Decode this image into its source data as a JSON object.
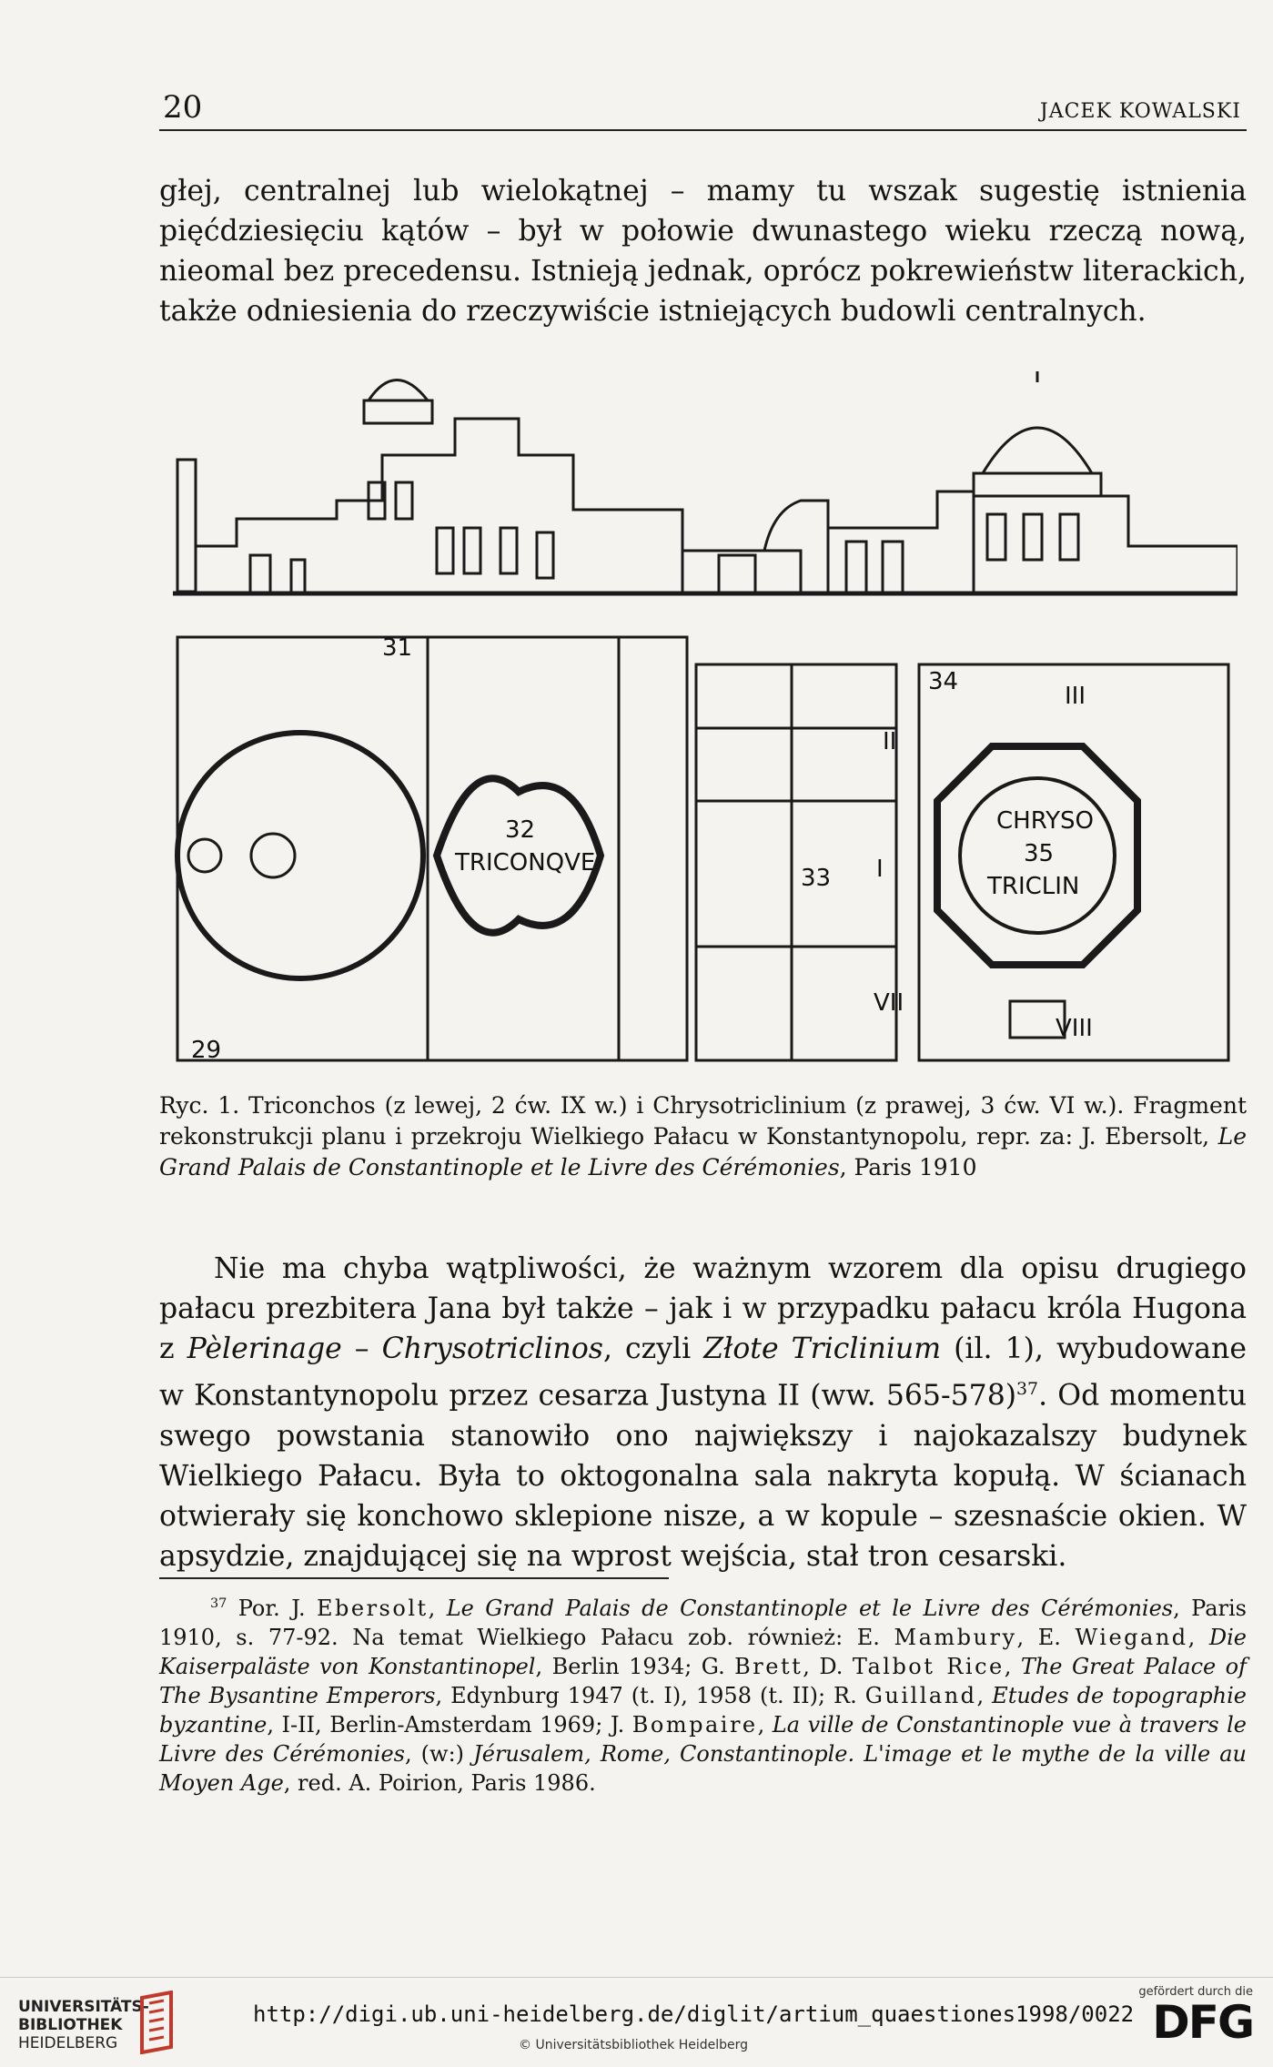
{
  "header": {
    "page_number": "20",
    "running_head": "JACEK KOWALSKI"
  },
  "paragraph1": "głej, centralnej lub wielokątnej – mamy tu wszak sugestię istnienia pięćdziesięciu kątów – był w połowie dwunastego wieku rzeczą nową, nieomal bez precedensu. Istnieją jednak, oprócz pokrewieństw literackich, także odniesienia do rzeczywiście istniejących budowli centralnych.",
  "figure": {
    "labels": {
      "n29": "29",
      "n31": "31",
      "n32": "32",
      "triconque": "TRICONQVE",
      "n33": "33",
      "n34": "34",
      "ii": "II",
      "iii": "III",
      "i": "I",
      "vii": "VII",
      "viii": "VIII",
      "chryso": "CHRYSO",
      "n35": "35",
      "triclin": "TRICLIN"
    }
  },
  "caption": {
    "part1": "Ryc. 1. Triconchos (z lewej, 2 ćw. IX w.) i Chrysotriclinium (z prawej, 3 ćw. VI w.). Fragment rekonstrukcji planu i przekroju Wielkiego Pałacu w Konstantynopolu, repr. za: J. Ebersolt, ",
    "italic": "Le Grand Palais de Constantinople et le Livre des Cérémonies",
    "part2": ", Paris 1910"
  },
  "paragraph2": {
    "t1": "Nie ma chyba wątpliwości, że ważnym wzorem dla opisu drugiego pałacu prezbitera Jana był także – jak i w przypadku pałacu króla Hugona z ",
    "i1": "Pèlerinage",
    "t2": " – ",
    "i2": "Chrysotriclinos",
    "t3": ", czyli ",
    "i3": "Złote Triclinium",
    "t4": " (il. 1), wybudowane w Konstantynopolu przez cesarza Justyna II (ww. 565-578)",
    "sup": "37",
    "t5": ". Od momentu swego powstania stanowiło ono największy i najokazalszy budynek Wielkiego Pałacu. Była to oktogonalna sala nakryta kopułą. W ścianach otwierały się konchowo sklepione nisze, a w kopule – szesnaście okien. W apsydzie, znajdującej się na wprost wejścia, stał tron cesarski."
  },
  "footnote": {
    "num": "37",
    "a1": "Por. J. ",
    "s1": "Ebersolt",
    "a2": ", ",
    "i1": "Le Grand Palais de Constantinople et le Livre des Cérémonies",
    "a3": ", Paris 1910, s. 77-92. Na temat Wielkiego Pałacu zob. również: E. ",
    "s2": "Mambury",
    "a4": ", E. ",
    "s3": "Wiegand",
    "a5": ", ",
    "i2": "Die Kaiserpaläste von Konstantinopel",
    "a6": ", Berlin 1934; G. ",
    "s4": "Brett",
    "a7": ", D. ",
    "s5": "Talbot Rice",
    "a8": ", ",
    "i3": "The Great Palace of The Bysantine Emperors",
    "a9": ", Edynburg 1947 (t. I), 1958 (t. II); R. ",
    "s6": "Guilland",
    "a10": ", ",
    "i4": "Etudes de topographie byzantine",
    "a11": ", I-II, Berlin-Amsterdam 1969; J. ",
    "s7": "Bompaire",
    "a12": ", ",
    "i5": "La ville de Constantinople vue à travers le Livre des Cérémonies",
    "a13": ", (w:) ",
    "i6": "Jérusalem, Rome, Constantinople. L'image et le mythe de la ville au Moyen Age",
    "a14": ", red. A. Poirion, Paris 1986."
  },
  "footer": {
    "library_line1": "UNIVERSITÄTS-",
    "library_line2": "BIBLIOTHEK",
    "library_line3": "HEIDELBERG",
    "url": "http://digi.ub.uni-heidelberg.de/diglit/artium_quaestiones1998/0022",
    "copyright": "© Universitätsbibliothek Heidelberg",
    "dfg_small": "gefördert durch die",
    "dfg_big": "DFG"
  }
}
